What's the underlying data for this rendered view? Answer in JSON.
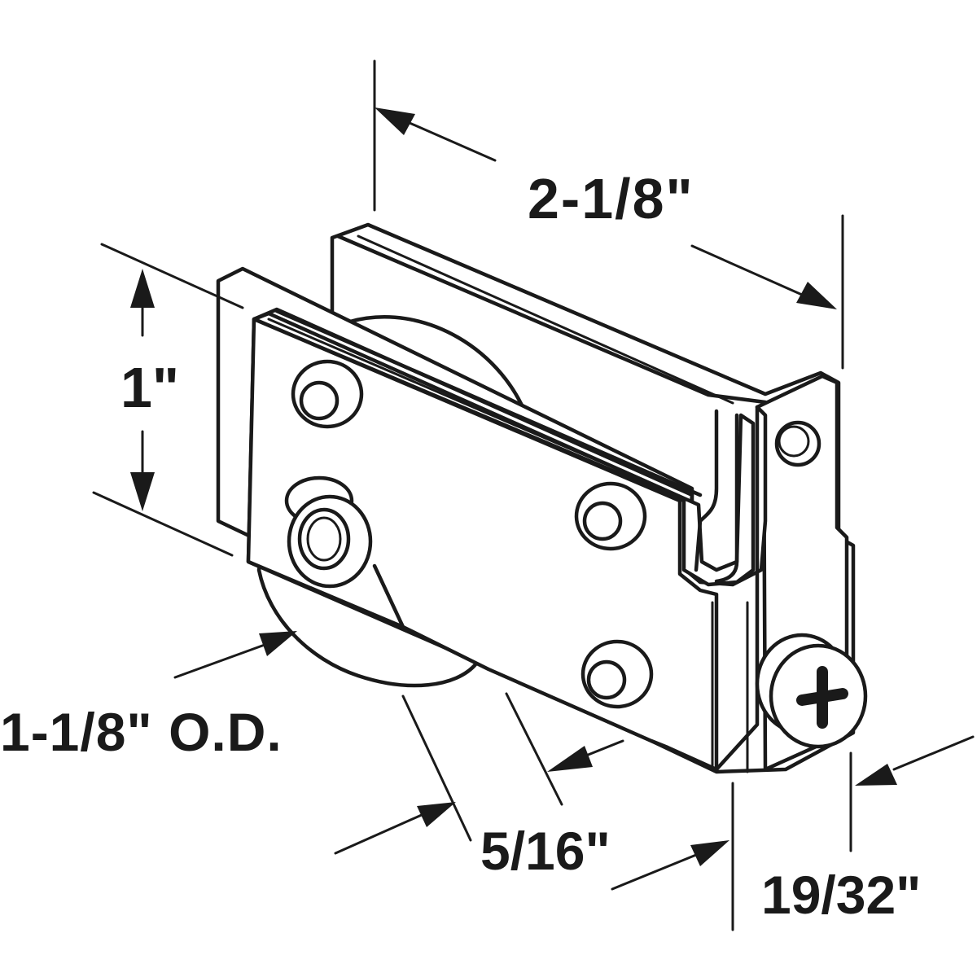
{
  "diagram": {
    "dimensions": {
      "length": "2-1/8\"",
      "height": "1\"",
      "wheel_diameter": "1-1/8\" O.D.",
      "wheel_width": "5/16\"",
      "depth": "19/32\""
    },
    "colors": {
      "ink": "#1a1a1a",
      "background": "#ffffff"
    }
  }
}
